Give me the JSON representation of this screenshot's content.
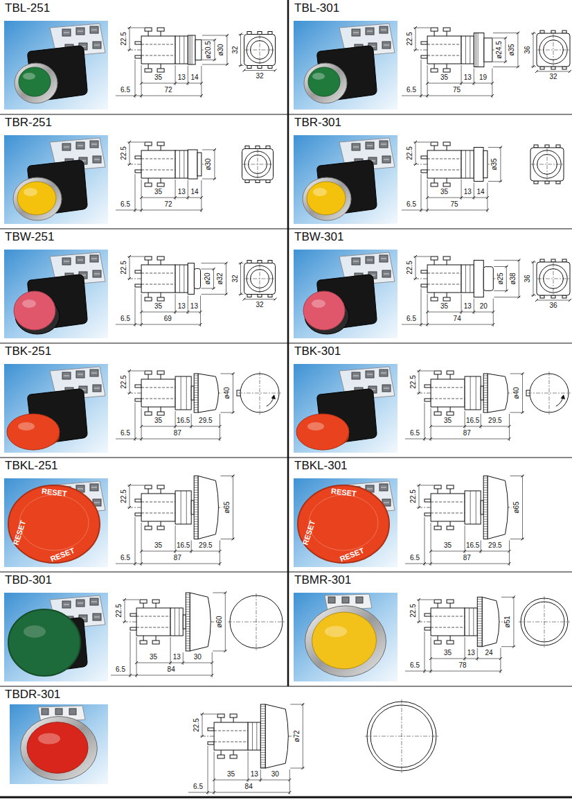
{
  "diagram": {
    "nodes": [
      {
        "text": [
          "TBL-251"
        ]
      },
      {
        "text": [
          "TBL-301"
        ]
      },
      {
        "text": [
          "TBR-251"
        ]
      },
      {
        "text": [
          "TBR-301"
        ]
      },
      {
        "text": [
          "TBW-251"
        ]
      },
      {
        "text": [
          "TBW-301"
        ]
      },
      {
        "text": [
          "TBK-251"
        ]
      },
      {
        "text": [
          "TBK-301"
        ]
      },
      {
        "text": [
          "TBKL-251"
        ]
      },
      {
        "text": [
          "TBKL-301"
        ]
      },
      {
        "text": [
          "TBD-301"
        ]
      },
      {
        "text": [
          "TBMR-301"
        ]
      },
      {
        "text": [
          "TBDR-301"
        ]
      }
    ],
    "labels": [
      "22.5",
      "ø20.5",
      "ø30",
      "32",
      "35",
      "13",
      "14",
      "6.5",
      "72",
      "32",
      "22.5",
      "ø24.5",
      "ø35",
      "36",
      "35",
      "13",
      "19",
      "6.5",
      "75",
      "32",
      "22.5",
      "ø30",
      "35",
      "13",
      "14",
      "6.5",
      "72",
      "22.5",
      "ø35",
      "35",
      "13",
      "14",
      "6.5",
      "75",
      "22.5",
      "ø20",
      "ø32",
      "32",
      "35",
      "13",
      "13",
      "6.5",
      "69",
      "32",
      "22.5",
      "ø25",
      "ø38",
      "36",
      "35",
      "13",
      "20",
      "6.5",
      "74",
      "36",
      "22.5",
      "ø40",
      "35",
      "16.5",
      "29.5",
      "6.5",
      "87",
      "22.5",
      "ø40",
      "35",
      "16.5",
      "29.5",
      "6.5",
      "87",
      "RESET",
      "RESET",
      "RESET",
      "22.5",
      "ø65",
      "35",
      "16.5",
      "29.5",
      "6.5",
      "87",
      "RESET",
      "RESET",
      "RESET",
      "22.5",
      "ø65",
      "35",
      "16.5",
      "29.5",
      "6.5",
      "87",
      "22.5",
      "ø60",
      "35",
      "13",
      "30",
      "6.5",
      "84",
      "22.5",
      "ø51",
      "35",
      "13",
      "24",
      "6.5",
      "78",
      "22.5",
      "ø72",
      "35",
      "13",
      "30",
      "6.5",
      "84"
    ]
  }
}
